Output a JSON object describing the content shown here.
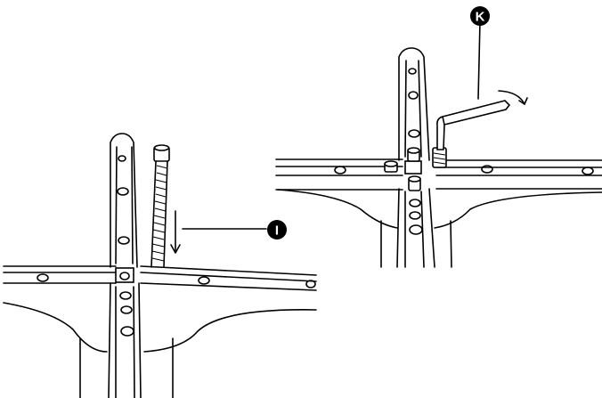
{
  "callouts": [
    {
      "id": "callout-i",
      "letter": "I"
    },
    {
      "id": "callout-k",
      "letter": "K"
    }
  ],
  "colors": {
    "line": "#000000",
    "background": "#ffffff",
    "badge": "#000000",
    "badge_text": "#ffffff"
  },
  "icons": [
    "down-arrow-icon",
    "rotate-arrow-icon",
    "allen-key-icon",
    "bolt-icon"
  ]
}
